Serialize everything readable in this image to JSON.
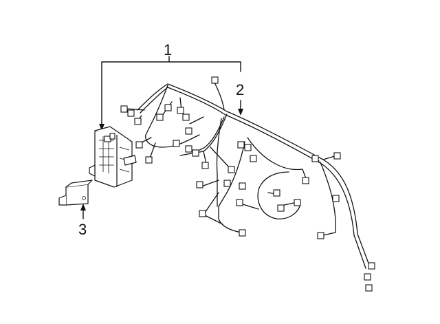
{
  "callouts": {
    "one": "1",
    "two": "2",
    "three": "3"
  },
  "colors": {
    "line": "#111111",
    "background": "#ffffff"
  }
}
